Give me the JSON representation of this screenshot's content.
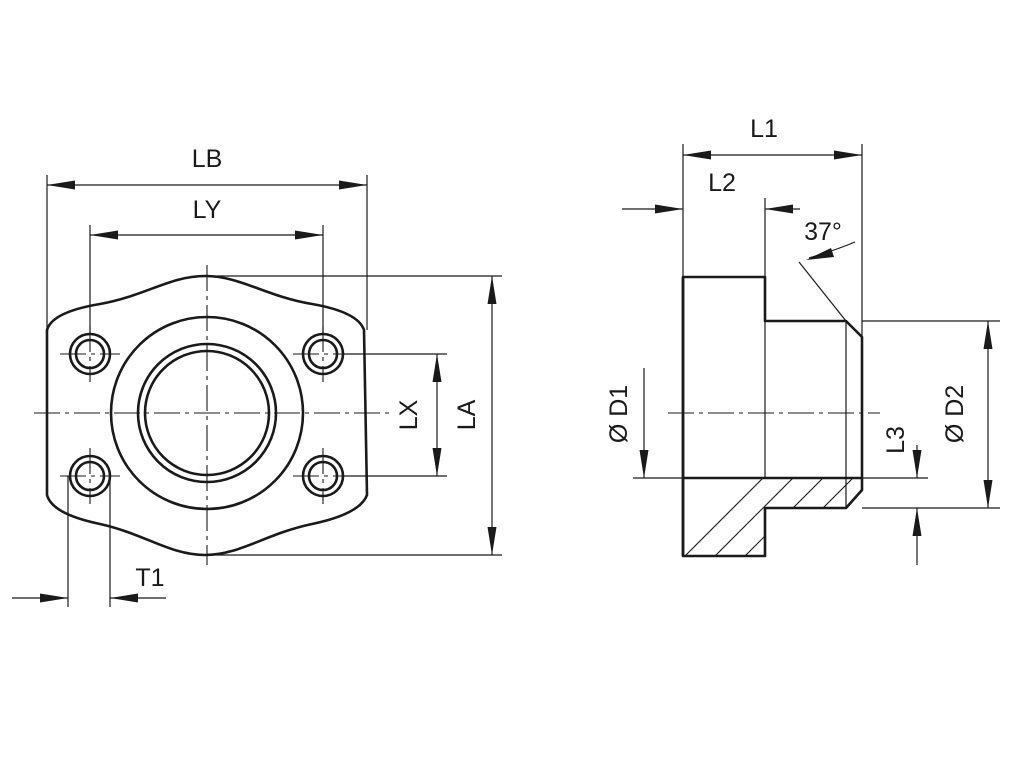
{
  "front_view": {
    "dimensions": {
      "lb": "LB",
      "ly": "LY",
      "lx": "LX",
      "la": "LA",
      "t1": "T1"
    }
  },
  "side_view": {
    "dimensions": {
      "l1": "L1",
      "l2": "L2",
      "l3": "L3",
      "d1": "Ø D1",
      "d2": "Ø D2",
      "angle": "37°"
    }
  }
}
